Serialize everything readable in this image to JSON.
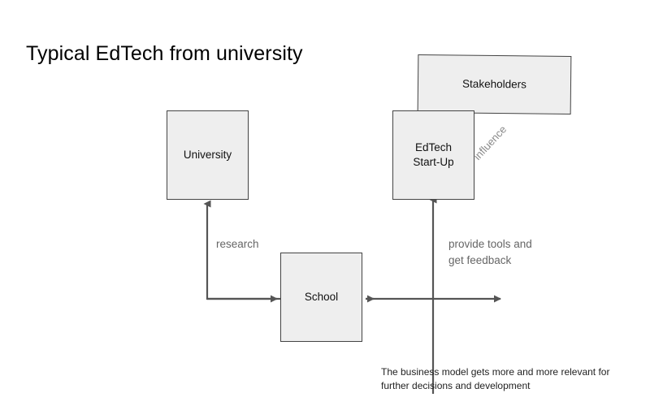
{
  "slide": {
    "title": "Typical EdTech from university",
    "caption": "The business model gets more and more relevant for\nfurther decisions and development"
  },
  "nodes": [
    {
      "id": "university",
      "label": "University"
    },
    {
      "id": "edtech",
      "label": "EdTech\nStart-Up"
    },
    {
      "id": "stakeholders",
      "label": "Stakeholders"
    },
    {
      "id": "school",
      "label": "School"
    }
  ],
  "edges": [
    {
      "id": "research",
      "label": "research",
      "from": "school",
      "to": "university"
    },
    {
      "id": "provide",
      "label": "provide tools and\nget feedback",
      "from": "edtech",
      "to": "school"
    },
    {
      "id": "influence",
      "label": "influence",
      "from": "stakeholders",
      "to": "edtech"
    }
  ],
  "style": {
    "node_fill": "#eeeeee",
    "node_stroke": "#444444",
    "connector_color": "#555555",
    "label_color": "#666666",
    "title_color": "#000000",
    "background": "#ffffff"
  }
}
